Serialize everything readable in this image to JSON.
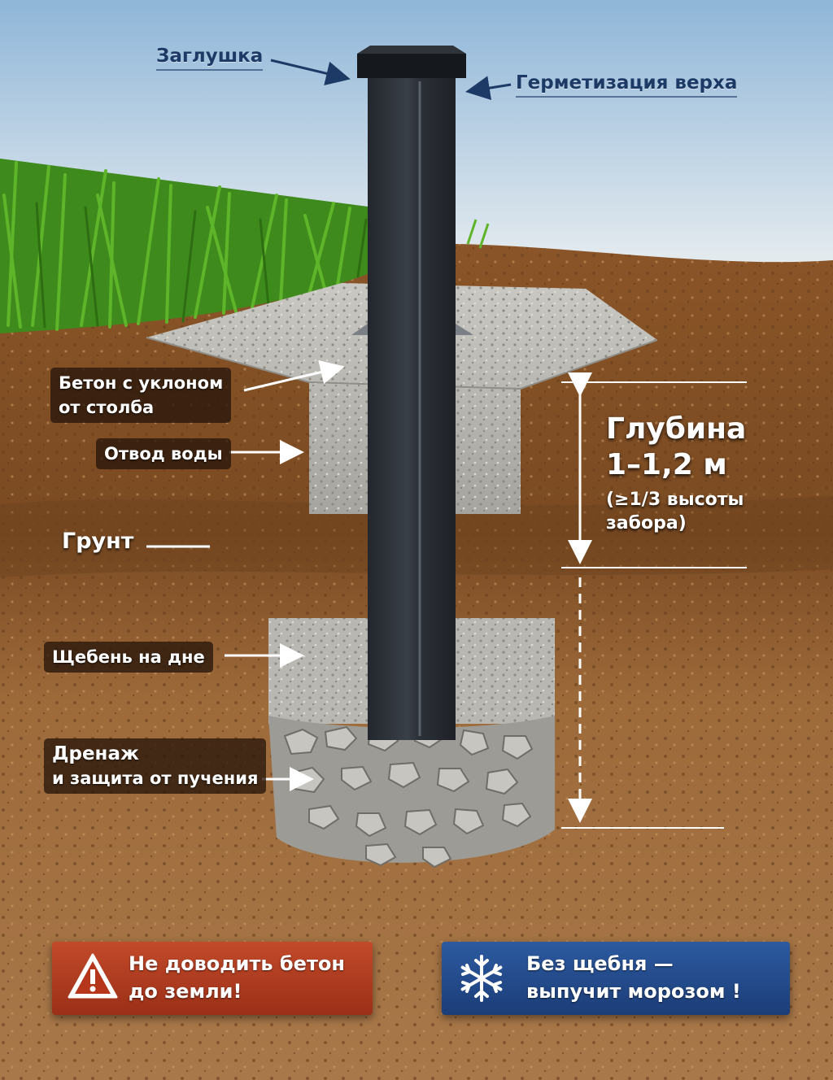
{
  "labels": {
    "cap": "Заглушка",
    "top_seal": "Герметизация верха",
    "concrete_slope_line1": "Бетон с уклоном",
    "concrete_slope_line2": "от столба",
    "water_drain": "Отвод воды",
    "soil": "Грунт",
    "gravel_bottom": "Щебень на дне",
    "drainage_line1": "Дренаж",
    "drainage_line2": "и защита от пучения"
  },
  "depth": {
    "line1": "Глубина",
    "line2": "1–1,2 м",
    "note_line1": "(≥1/3 высоты",
    "note_line2": "забора)"
  },
  "warnings": {
    "concrete_line1": "Не доводить бетон",
    "concrete_line2": "до земли!",
    "frost_line1": "Без щебня —",
    "frost_line2": "выпучит морозом !"
  },
  "icons": {
    "warning": "warning-triangle-icon",
    "frost": "snowflake-icon"
  },
  "colors": {
    "sky": "#b9d3e6",
    "grass": "#4f9a22",
    "soil": "#9a6434",
    "concrete": "#b4b3ad",
    "post": "#2b2f35",
    "warn_banner": "#b23c20",
    "frost_banner": "#244c8e"
  }
}
